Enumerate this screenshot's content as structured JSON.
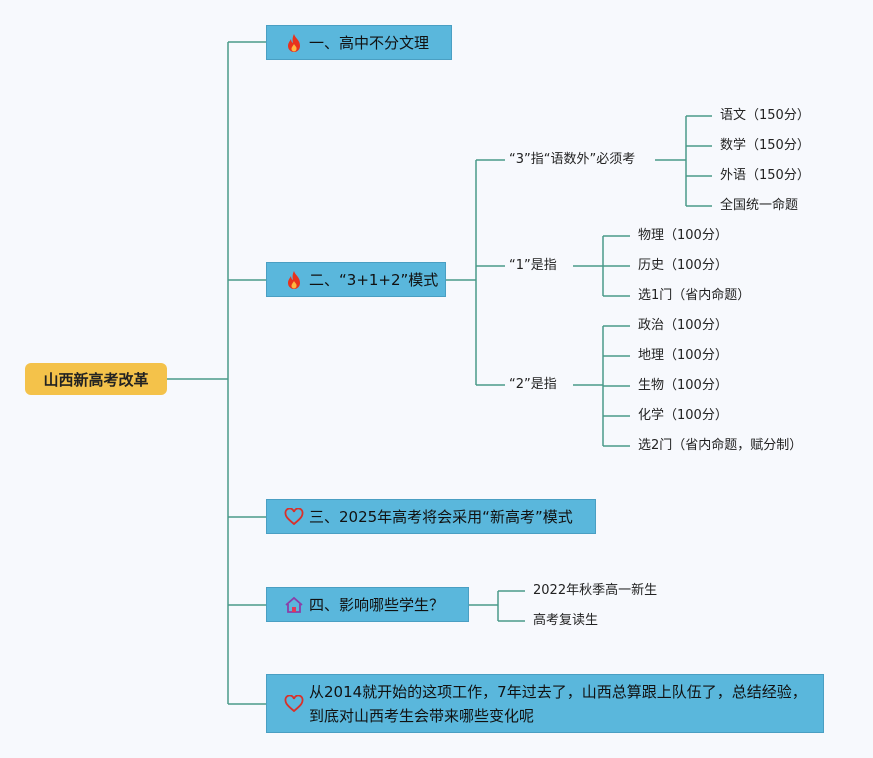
{
  "root": {
    "label": "山西新高考改革"
  },
  "main": [
    {
      "label": "一、高中不分文理",
      "icon": "fire-icon"
    },
    {
      "label": "二、“3+1+2”模式",
      "icon": "fire-icon"
    },
    {
      "label": "三、2025年高考将会采用“新高考”模式",
      "icon": "heart-icon"
    },
    {
      "label": "四、影响哪些学生？",
      "icon": "house-icon"
    },
    {
      "label": "从2014就开始的这项工作，7年过去了，山西总算跟上队伍了，总结经验，到底对山西考生会带来哪些变化呢",
      "icon": "heart-icon"
    }
  ],
  "mode": {
    "branches": [
      {
        "label": "“3”指“语数外”必须考",
        "items": [
          "语文（150分）",
          "数学（150分）",
          "外语（150分）",
          "全国统一命题"
        ]
      },
      {
        "label": "“1”是指",
        "items": [
          "物理（100分）",
          "历史（100分）",
          "选1门（省内命题）"
        ]
      },
      {
        "label": "“2”是指",
        "items": [
          "政治（100分）",
          "地理（100分）",
          "生物（100分）",
          "化学（100分）",
          "选2门（省内命题，赋分制）"
        ]
      }
    ]
  },
  "students": {
    "items": [
      "2022年秋季高一新生",
      "高考复读生"
    ]
  }
}
